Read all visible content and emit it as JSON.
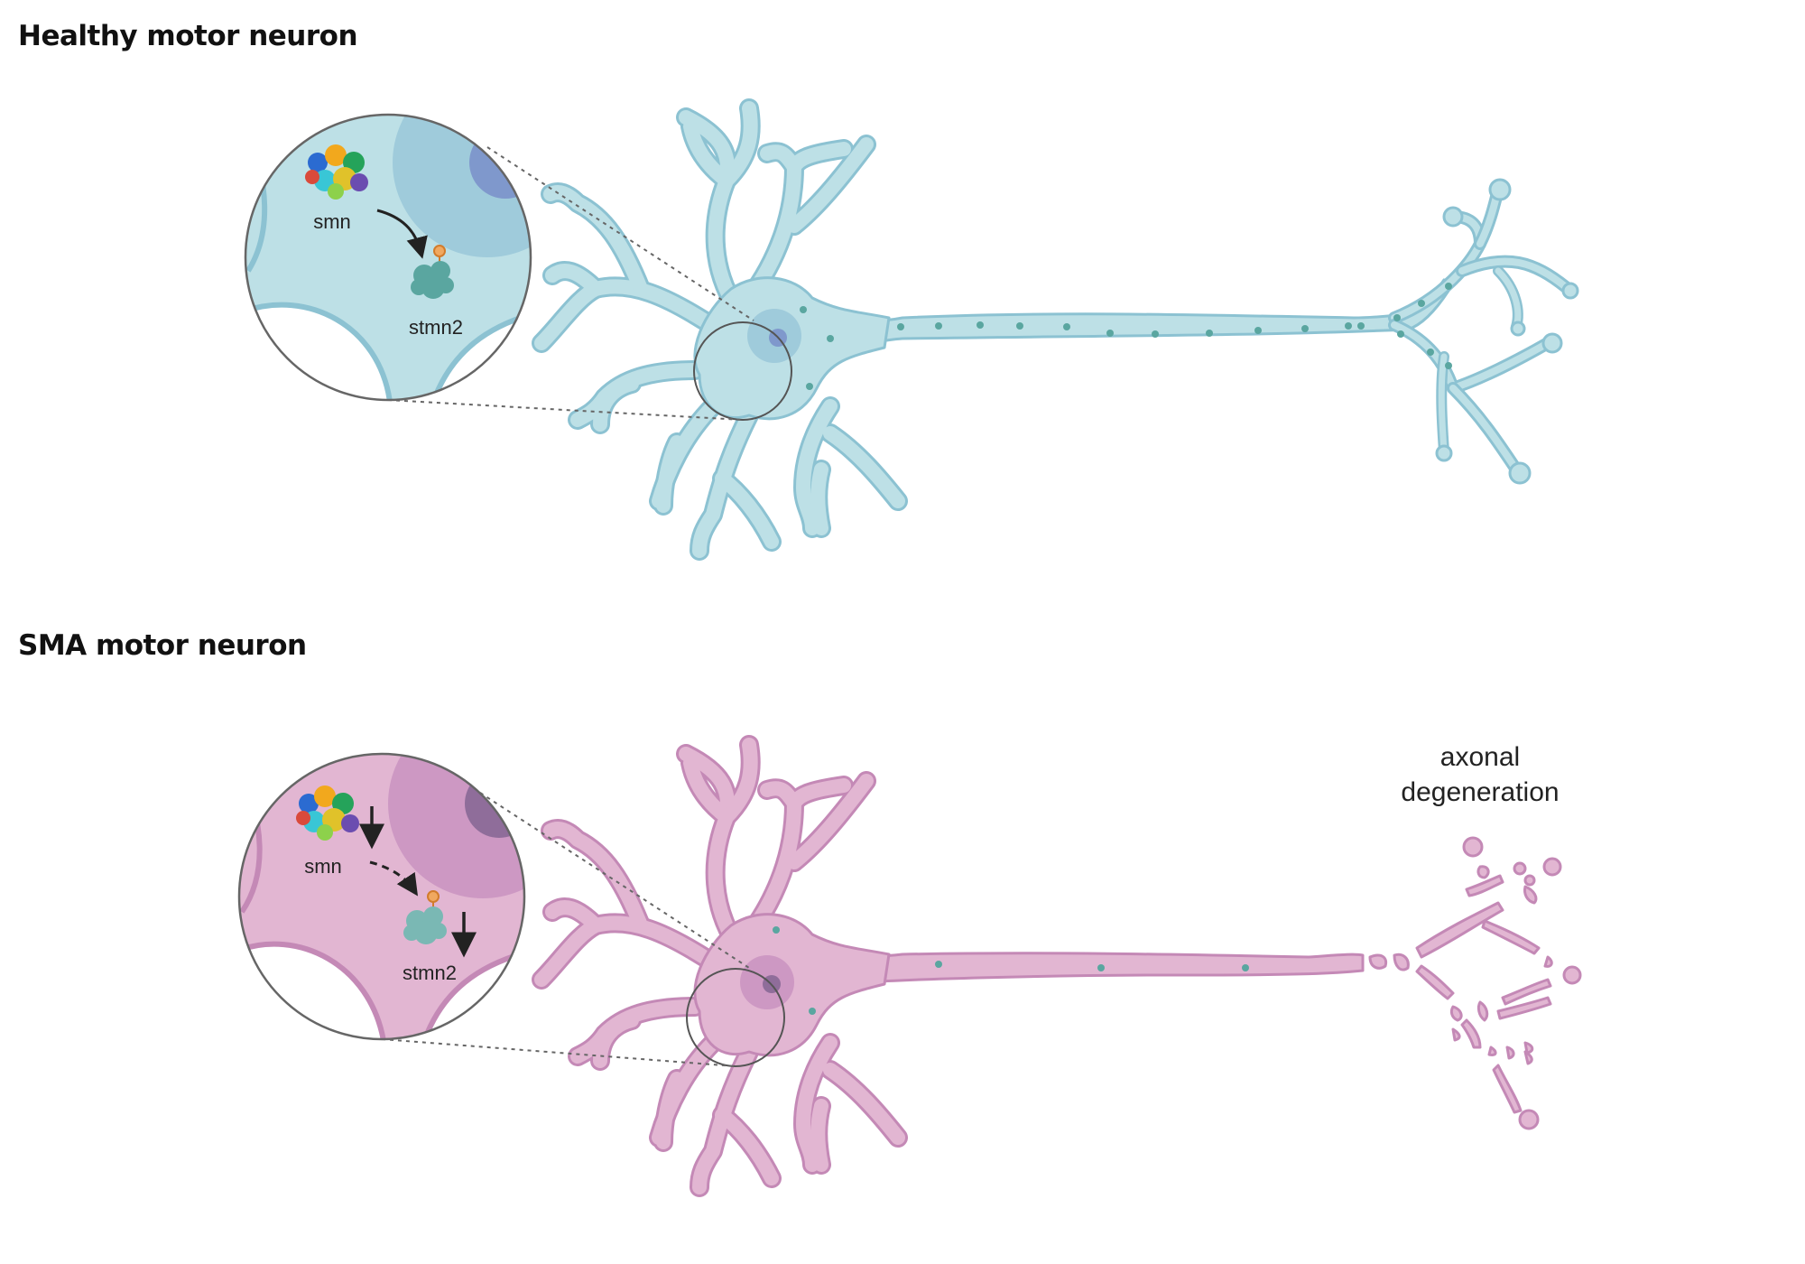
{
  "panels": {
    "healthy": {
      "title": "Healthy motor neuron",
      "protein_a": "smn",
      "protein_b": "stmn2",
      "colors": {
        "fill": "#bde0e6",
        "stroke": "#8cc2d2",
        "dark": "#9fcbdb",
        "nucleolus": "#7f98cc"
      }
    },
    "sma": {
      "title": "SMA motor neuron",
      "protein_a": "smn",
      "protein_b": "stmn2",
      "annotation_line1": "axonal",
      "annotation_line2": "degeneration",
      "colors": {
        "fill": "#e2b6d2",
        "stroke": "#c489b6",
        "dark": "#cd98c3",
        "nucleolus": "#8f6d9a"
      }
    }
  }
}
